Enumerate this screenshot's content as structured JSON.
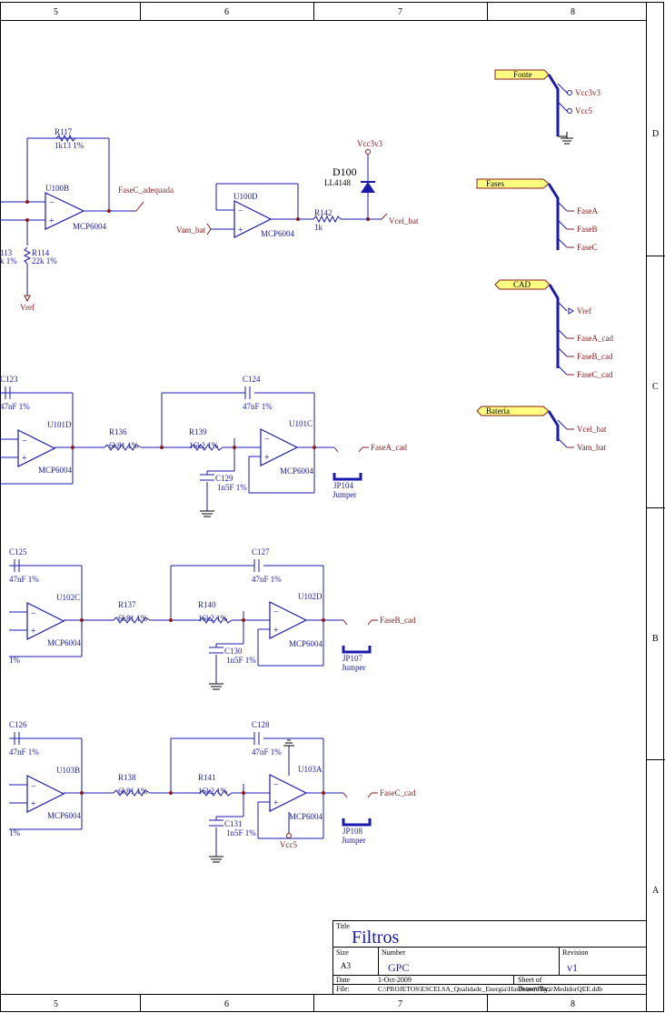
{
  "border": {
    "columns": [
      "5",
      "6",
      "7",
      "8"
    ],
    "rows": [
      "D",
      "C",
      "B",
      "A"
    ]
  },
  "ports": {
    "fonte": {
      "label": "Fonte",
      "nets": [
        "Vcc3v3",
        "Vcc5"
      ]
    },
    "fases": {
      "label": "Fases",
      "nets": [
        "FaseA",
        "FaseB",
        "FaseC"
      ]
    },
    "cad": {
      "label": "CAD",
      "nets": [
        "Vref",
        "FaseA_cad",
        "FaseB_cad",
        "FaseC_cad"
      ]
    },
    "bateria": {
      "label": "Bateria",
      "nets": [
        "Vcel_bat",
        "Vam_bat"
      ]
    }
  },
  "top": {
    "r117": {
      "ref": "R117",
      "val": "1k13 1%"
    },
    "u100b": {
      "ref": "U100B",
      "part": "MCP6004"
    },
    "fasec_adequada": "FaseC_adequada",
    "r113": {
      "ref": "113",
      "val": "k 1%"
    },
    "r114": {
      "ref": "R114",
      "val": "22k 1%"
    },
    "vref": "Vref",
    "vcc3v3": "Vcc3v3",
    "d100": {
      "ref": "D100",
      "val": "LL4148"
    },
    "u100d": {
      "ref": "U100D",
      "part": "MCP6004"
    },
    "vam_bat": "Vam_bat",
    "r142": {
      "ref": "R142",
      "val": "1k"
    },
    "vcel_bat": "Vcel_bat"
  },
  "stages": [
    {
      "c_in": {
        "ref": "C123",
        "val": "47nF 1%"
      },
      "u_in": {
        "ref": "U101D",
        "part": "MCP6004"
      },
      "r_a": {
        "ref": "R136",
        "val": "6k81 1%"
      },
      "r_b": {
        "ref": "R139",
        "val": "16k2 1%"
      },
      "c_fb": {
        "ref": "C124",
        "val": "47nF 1%"
      },
      "c_gnd": {
        "ref": "C129",
        "val": "1n5F 1%"
      },
      "u_out": {
        "ref": "U101C",
        "part": "MCP6004"
      },
      "jp": {
        "ref": "JP104",
        "val": "Jumper"
      },
      "net": "FaseA_cad",
      "left_frag": ""
    },
    {
      "c_in": {
        "ref": "C125",
        "val": "47nF 1%"
      },
      "u_in": {
        "ref": "U102C",
        "part": "MCP6004"
      },
      "r_a": {
        "ref": "R137",
        "val": "6k81 1%"
      },
      "r_b": {
        "ref": "R140",
        "val": "16k2 1%"
      },
      "c_fb": {
        "ref": "C127",
        "val": "47nF 1%"
      },
      "c_gnd": {
        "ref": "C130",
        "val": "1n5F 1%"
      },
      "u_out": {
        "ref": "U102D",
        "part": "MCP6004"
      },
      "jp": {
        "ref": "JP107",
        "val": "Jumper"
      },
      "net": "FaseB_cad",
      "left_frag": "1%"
    },
    {
      "c_in": {
        "ref": "C126",
        "val": "47nF 1%"
      },
      "u_in": {
        "ref": "U103B",
        "part": "MCP6004"
      },
      "r_a": {
        "ref": "R138",
        "val": "6k81 1%"
      },
      "r_b": {
        "ref": "R141",
        "val": "16k2 1%"
      },
      "c_fb": {
        "ref": "C128",
        "val": "47nF 1%"
      },
      "c_gnd": {
        "ref": "C131",
        "val": "1n5F 1%"
      },
      "u_out": {
        "ref": "U103A",
        "part": "MCP6004"
      },
      "jp": {
        "ref": "JP108",
        "val": "Jumper"
      },
      "net": "FaseC_cad",
      "left_frag": "1%"
    }
  ],
  "vcc5": "Vcc5",
  "title_block": {
    "title_label": "Title",
    "title": "Filtros",
    "size_label": "Size",
    "size": "A3",
    "number_label": "Number",
    "number": "GPC",
    "revision_label": "Revision",
    "revision": "v1",
    "date_label": "Date",
    "date": "1-Oct-2009",
    "sheet_label": "Sheet    of",
    "file_label": "File:",
    "file": "C:\\PROJETOS\\ESCELSA_Qualidade_Energia\\Hardware\\Placa\\MedidorQEE.ddb",
    "drawn_by_label": "Drawn By:"
  }
}
